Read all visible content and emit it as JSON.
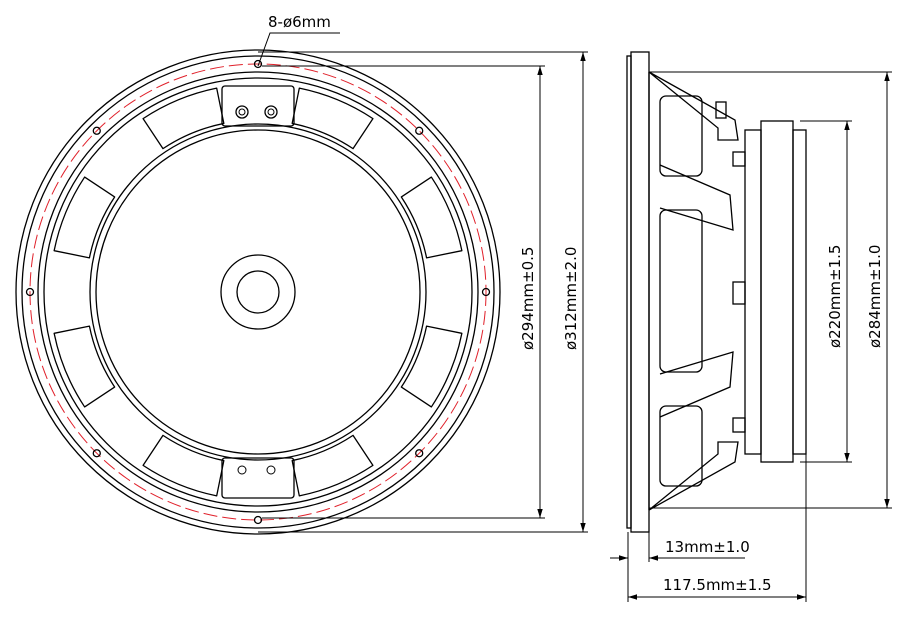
{
  "drawing": {
    "front_view": {
      "hole_label": "8-ø6mm",
      "dim_inner": "ø294mm±0.5",
      "dim_outer": "ø312mm±2.0",
      "mounting_holes": 8,
      "pcd_color": "#e0202a"
    },
    "side_view": {
      "dim_magnet": "ø220mm±1.5",
      "dim_basket": "ø284mm±1.0",
      "dim_flange": "13mm±1.0",
      "dim_depth": "117.5mm±1.5"
    }
  }
}
